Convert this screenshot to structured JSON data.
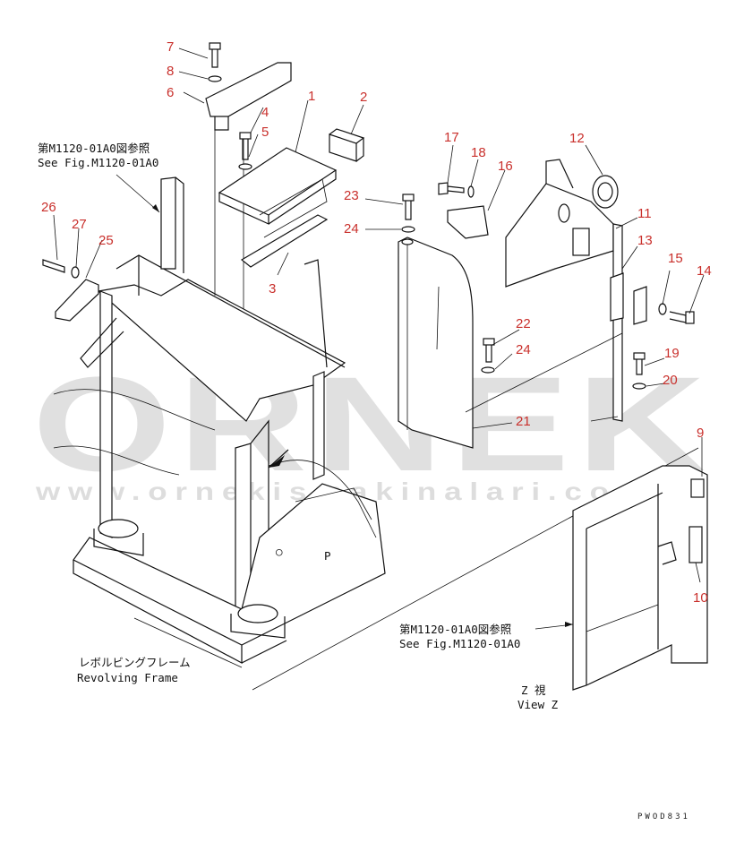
{
  "watermark": {
    "brand": "ORNEK",
    "url": "www.ornekismakinalari.com.tr"
  },
  "callouts": [
    "1",
    "2",
    "3",
    "4",
    "5",
    "6",
    "7",
    "8",
    "9",
    "10",
    "11",
    "12",
    "13",
    "14",
    "15",
    "16",
    "17",
    "18",
    "19",
    "20",
    "21",
    "22",
    "23",
    "24",
    "24",
    "25",
    "26",
    "27"
  ],
  "notes": {
    "ref_left_jp": "第M1120-01A0図参照",
    "ref_left_en": "See Fig.M1120-01A0",
    "ref_right_jp": "第M1120-01A0図参照",
    "ref_right_en": "See Fig.M1120-01A0",
    "frame_jp": "レボルビングフレーム",
    "frame_en": "Revolving Frame",
    "view_jp": "Z 視",
    "view_en": "View Z"
  },
  "drawing_code": "PWOD831"
}
